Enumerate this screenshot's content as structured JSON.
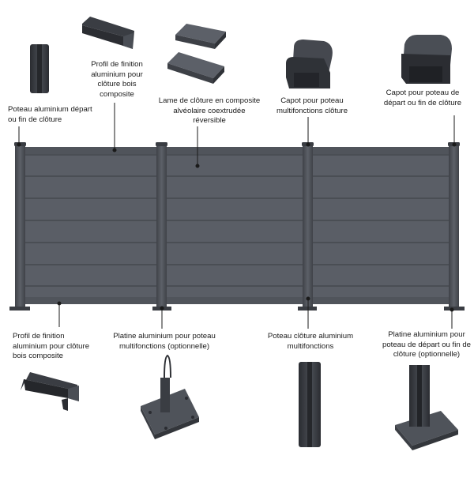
{
  "labels": {
    "poteau_depart": "Poteau aluminium départ\nou fin de clôture",
    "profil_haut": "Profil de finition\naluminium pour\nclôture bois\ncomposite",
    "lame": "Lame de clôture en composite\nalvéolaire coextrudée\nréversible",
    "capot_multi": "Capot pour poteau\nmultifonctions clôture",
    "capot_depart": "Capot pour poteau de\ndépart ou fin de clôture",
    "profil_bas": "Profil de finition\naluminium pour clôture\nbois composite",
    "platine_multi": "Platine aluminium pour poteau\nmultifonctions (optionnelle)",
    "poteau_multi": "Poteau clôture aluminium\nmultifonctions",
    "platine_depart": "Platine aluminium pour\npoteau de départ ou fin de\nclôture (optionnelle)"
  },
  "colors": {
    "panel": "#5a5e66",
    "plank_line": "#474b52",
    "post": "#4b4f56",
    "post_edge": "#3a3d43",
    "callout": "#1a1a1a",
    "product_dark": "#2d3035",
    "product_mid": "#4a4e55",
    "product_light": "#6a6e76"
  },
  "icons": {
    "poteau_depart": "post-end-icon",
    "profil_haut": "finishing-profile-icon",
    "lame": "composite-board-icon",
    "capot_multi": "multi-post-cap-icon",
    "capot_depart": "end-post-cap-icon",
    "profil_bas": "finishing-profile-icon",
    "platine_multi": "base-plate-multi-icon",
    "poteau_multi": "multi-post-icon",
    "platine_depart": "base-plate-end-icon"
  }
}
